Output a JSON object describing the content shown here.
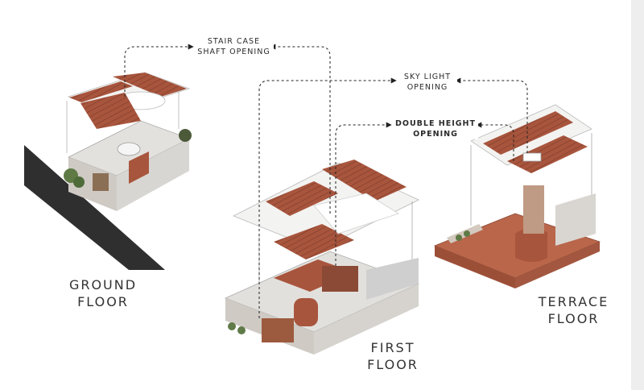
{
  "callouts": {
    "stair_case": [
      "STAIR CASE",
      "SHAFT OPENING"
    ],
    "sky_light": [
      "SKY LIGHT",
      "OPENING"
    ],
    "double_height": [
      "DOUBLE HEIGHT",
      "OPENING"
    ]
  },
  "floors": {
    "ground": [
      "GROUND",
      "FLOOR"
    ],
    "first": [
      "FIRST",
      "FLOOR"
    ],
    "terrace": [
      "TERRACE",
      "FLOOR"
    ]
  },
  "colors": {
    "terracotta": "#a8553d",
    "dark_terracotta": "#7c3a2a",
    "slab_white": "#f3f3f1",
    "wall_grey": "#d8d6d2",
    "road": "#2f2f2f",
    "leader": "#222222"
  }
}
